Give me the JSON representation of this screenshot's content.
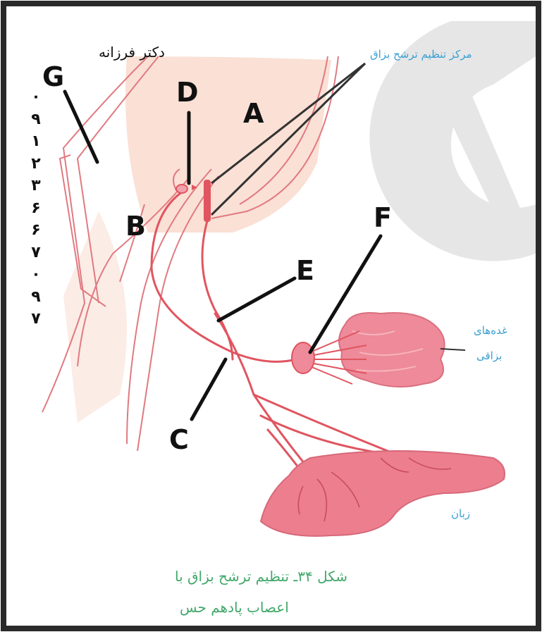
{
  "header": {
    "author": "دکتر فرزانه",
    "phone_digits": [
      "۰",
      "۹",
      "۱",
      "۲",
      "۳",
      "۶",
      "۶",
      "۷",
      "۰",
      "۹",
      "۷"
    ]
  },
  "labels": {
    "A": "A",
    "B": "B",
    "C": "C",
    "D": "D",
    "E": "E",
    "F": "F",
    "G": "G",
    "saliva_center": "مرکز تنظیم ترشح بزاق",
    "salivary_glands_line1": "غده‌های",
    "salivary_glands_line2": "بزاقی",
    "tongue": "زبان"
  },
  "caption": {
    "line1": "شکل ۳۴ـ تنظیم ترشح بزاق با",
    "line2": "اعصاب پادهم حس"
  },
  "colors": {
    "frame": "#2a2a2a",
    "outline": "#e07a80",
    "nerve": "#e05560",
    "tissue_fill": "#f9d9cf",
    "gland_fill": "#ee8a99",
    "tongue_fill": "#ec7e8e",
    "blue_text": "#3a9fd0",
    "green_text": "#43a86b",
    "watermark": "#e6e6e6"
  }
}
